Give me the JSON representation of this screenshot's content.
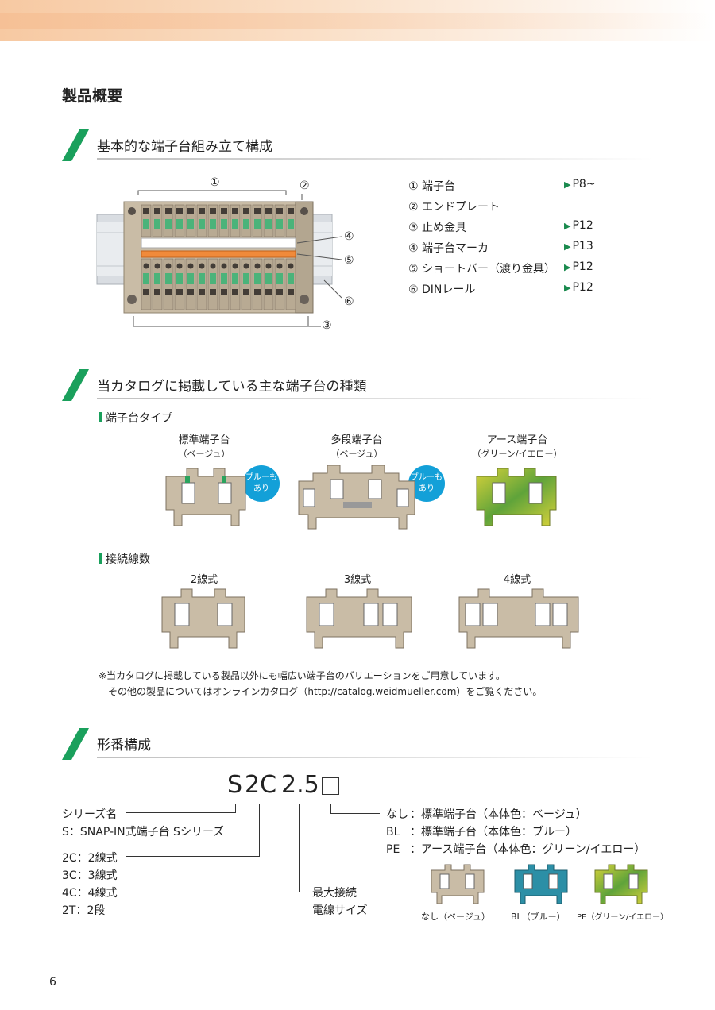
{
  "overview": {
    "title": "製品概要"
  },
  "section1": {
    "title": "基本的な端子台組み立て構成",
    "callouts": [
      "①",
      "②",
      "④",
      "⑤",
      "⑥",
      "③"
    ],
    "parts": [
      {
        "label": "① 端子台",
        "page": "P8~"
      },
      {
        "label": "② エンドプレート",
        "page": ""
      },
      {
        "label": "③ 止め金具",
        "page": "P12"
      },
      {
        "label": "④ 端子台マーカ",
        "page": "P13"
      },
      {
        "label": "⑤ ショートバー（渡り金具）",
        "page": "P12"
      },
      {
        "label": "⑥ DINレール",
        "page": "P12"
      }
    ]
  },
  "section2": {
    "title": "当カタログに掲載している主な端子台の種類",
    "type_heading": "端子台タイプ",
    "types": [
      {
        "name": "標準端子台",
        "color": "（ベージュ）"
      },
      {
        "name": "多段端子台",
        "color": "（ベージュ）"
      },
      {
        "name": "アース端子台",
        "color": "（グリーン/イエロー）"
      }
    ],
    "bubble_line1": "ブルーも",
    "bubble_line2": "あり",
    "wire_heading": "接続線数",
    "wires": [
      "2線式",
      "3線式",
      "4線式"
    ],
    "note_line1": "※当カタログに掲載している製品以外にも幅広い端子台のバリエーションをご用意しています。",
    "note_line2": "その他の製品についてはオンラインカタログ（http://catalog.weidmueller.com）をご覧ください。"
  },
  "section3": {
    "title": "形番構成",
    "code_s": "S",
    "code_2c": "2C",
    "code_size": "2.5",
    "series_label": "シリーズ名",
    "series_value": "S：SNAP-IN式端子台 Sシリーズ",
    "wire_types": [
      "2C：2線式",
      "3C：3線式",
      "4C：4線式",
      "2T：2段"
    ],
    "size_line1": "最大接続",
    "size_line2": "電線サイズ",
    "colors": [
      {
        "code": "なし",
        "text": "：標準端子台（本体色：ベージュ）"
      },
      {
        "code": "BL",
        "text": "：標準端子台（本体色：ブルー）"
      },
      {
        "code": "PE",
        "text": "：アース端子台（本体色：グリーン/イエロー）"
      }
    ],
    "captions": [
      "なし（ベージュ）",
      "BL（ブルー）",
      "PE（グリーン/イエロー）"
    ]
  },
  "page_number": "6",
  "colors": {
    "accent_green": "#1aa05c",
    "bubble_blue": "#13a0d8",
    "beige": "#c7b9a3"
  }
}
